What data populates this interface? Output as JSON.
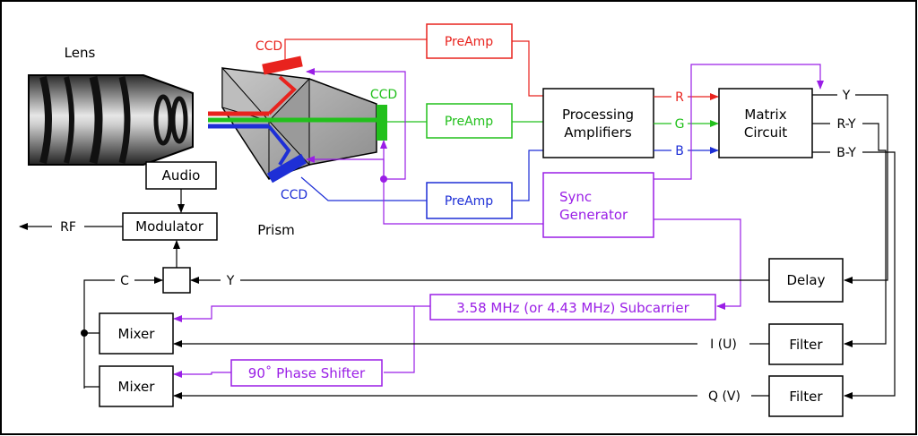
{
  "colors": {
    "black": "#000000",
    "red": "#e8231e",
    "green": "#22c01c",
    "blue": "#1e2fd6",
    "purple": "#9a1ee6",
    "lens_dark": "#1a1a1a",
    "lens_light": "#d8d8d8",
    "prism": "#a8a8a8"
  },
  "labels": {
    "lens": "Lens",
    "prism": "Prism",
    "ccd_red": "CCD",
    "ccd_green": "CCD",
    "ccd_blue": "CCD",
    "preamp_red": "PreAmp",
    "preamp_green": "PreAmp",
    "preamp_blue": "PreAmp",
    "processing_line1": "Processing",
    "processing_line2": "Amplifiers",
    "matrix_line1": "Matrix",
    "matrix_line2": "Circuit",
    "out_r": "R",
    "out_g": "G",
    "out_b": "B",
    "y_out": "Y",
    "ry_out": "R-Y",
    "by_out": "B-Y",
    "sync_line1": "Sync",
    "sync_line2": "Generator",
    "audio": "Audio",
    "modulator": "Modulator",
    "rf": "RF",
    "c": "C",
    "y_in": "Y",
    "delay": "Delay",
    "subcarrier": "3.58 MHz (or 4.43 MHz) Subcarrier",
    "mixer_top": "Mixer",
    "mixer_bottom": "Mixer",
    "phase_shifter": "90˚ Phase Shifter",
    "i_u": "I (U)",
    "q_v": "Q (V)",
    "filter_top": "Filter",
    "filter_bottom": "Filter"
  }
}
